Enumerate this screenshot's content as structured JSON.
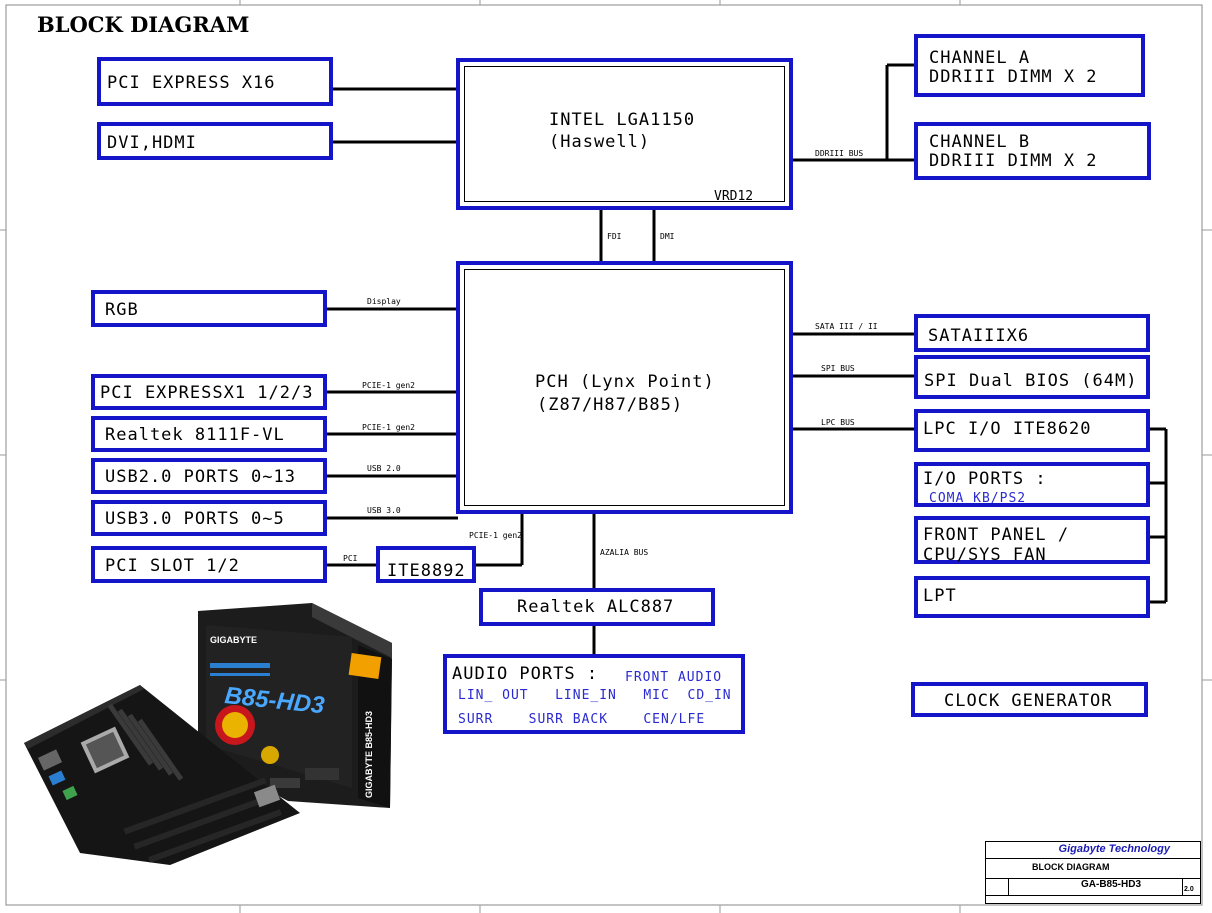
{
  "title": "BLOCK DIAGRAM",
  "cpu": {
    "line1": "INTEL LGA1150",
    "line2": "(Haswell)",
    "vrd": "VRD12"
  },
  "pch": {
    "line1": "PCH (Lynx Point)",
    "line2": "(Z87/H87/B85)"
  },
  "left_top": {
    "pcie16": "PCI EXPRESS X16",
    "dvi": "DVI,HDMI"
  },
  "left_pch": {
    "rgb": "RGB",
    "pcie1": "PCI EXPRESSX1 1/2/3",
    "realtek_lan": "Realtek 8111F-VL",
    "usb2": "USB2.0 PORTS 0~13",
    "usb3": "USB3.0 PORTS 0~5",
    "pci_slot": "PCI SLOT 1/2",
    "ite8892": "ITE8892"
  },
  "right_top": {
    "channel_a_1": "CHANNEL A",
    "channel_a_2": "DDRIII  DIMM X 2",
    "channel_b_1": "CHANNEL B",
    "channel_b_2": "DDRIII DIMM X 2"
  },
  "right_pch": {
    "sata": "SATAIIIX6",
    "spi": "SPI Dual BIOS (64M)",
    "lpc": "LPC I/O ITE8620",
    "io_ports": "I/O PORTS :",
    "io_ports_sub": "COMA  KB/PS2",
    "front_panel_1": "FRONT PANEL /",
    "front_panel_2": "CPU/SYS FAN",
    "lpt": "LPT",
    "clock": "CLOCK GENERATOR"
  },
  "audio": {
    "codec": "Realtek ALC887",
    "ports_title": "AUDIO PORTS :",
    "front_audio": "FRONT AUDIO",
    "row1": "LIN_ OUT   LINE_IN   MIC  CD_IN",
    "row2": "SURR    SURR BACK    CEN/LFE"
  },
  "bus_labels": {
    "ddr": "DDRIII BUS",
    "fdi": "FDI",
    "dmi": "DMI",
    "display": "Display",
    "pcie_gen2_a": "PCIE-1 gen2",
    "pcie_gen2_b": "PCIE-1 gen2",
    "usb20": "USB 2.0",
    "usb30": "USB 3.0",
    "pcie_gen2_c": "PCIE-1 gen2",
    "pci": "PCI",
    "azalia": "AZALIA BUS",
    "sata": "SATA III / II",
    "spi": "SPI BUS",
    "lpc": "LPC BUS"
  },
  "photo": {
    "brand": "GIGABYTE",
    "model": "B85-HD3",
    "side": "GIGABYTE B85-HD3"
  },
  "title_block": {
    "company": "Gigabyte Technology",
    "title": "BLOCK DIAGRAM",
    "doc_number": "GA-B85-HD3",
    "rev": "2.0"
  },
  "colors": {
    "box_border": "#1414c8",
    "line": "#000000"
  }
}
